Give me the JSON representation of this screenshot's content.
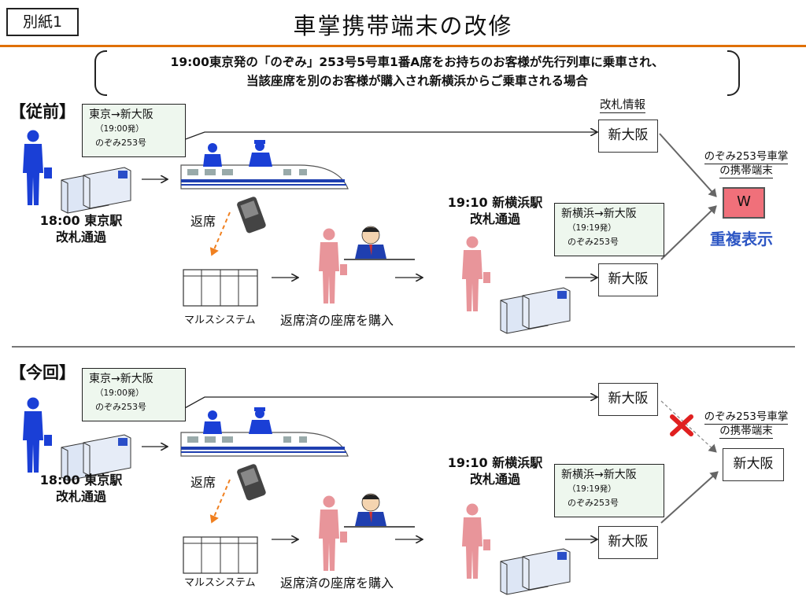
{
  "header": {
    "tag": "別紙1",
    "title": "車掌携帯端末の改修"
  },
  "scenario": {
    "line1": "19:00東京発の「のぞみ」253号5号車1番A席をお持ちのお客様が先行列車に乗車され、",
    "line2": "当該座席を別のお客様が購入され新横浜からご乗車される場合"
  },
  "ticket_info_heading": "改札情報",
  "before": {
    "label": "【従前】",
    "ticket1": {
      "route": "東京→新大阪",
      "time": "（19:00発）",
      "train": "のぞみ253号"
    },
    "gate1_time": "18:00 東京駅",
    "gate1_action": "改札通過",
    "refund_label": "返席",
    "mars_label": "マルスシステム",
    "purchase_label": "返席済の座席を購入",
    "station2_time": "19:10 新横浜駅",
    "station2_action": "改札通過",
    "ticket2": {
      "route": "新横浜→新大阪",
      "time": "（19:19発）",
      "train": "のぞみ253号"
    },
    "gate_box1": "新大阪",
    "gate_box2": "新大阪",
    "device_title1": "のぞみ253号車掌",
    "device_title2": "の携帯端末",
    "device_value": "W",
    "duplicate_label": "重複表示"
  },
  "after": {
    "label": "【今回】",
    "ticket1": {
      "route": "東京→新大阪",
      "time": "（19:00発）",
      "train": "のぞみ253号"
    },
    "gate1_time": "18:00 東京駅",
    "gate1_action": "改札通過",
    "refund_label": "返席",
    "mars_label": "マルスシステム",
    "purchase_label": "返席済の座席を購入",
    "station2_time": "19:10 新横浜駅",
    "station2_action": "改札通過",
    "ticket2": {
      "route": "新横浜→新大阪",
      "time": "（19:19発）",
      "train": "のぞみ253号"
    },
    "gate_box1": "新大阪",
    "gate_box2": "新大阪",
    "device_title1": "のぞみ253号車掌",
    "device_title2": "の携帯端末",
    "device_value": "新大阪"
  },
  "colors": {
    "accent_rule": "#e07000",
    "passenger_blue": "#1a3fd6",
    "passenger_pink": "#e8959a",
    "duplicate_text": "#2e57c4",
    "w_box": "#f0707a",
    "cross_mark": "#e02020",
    "dash_arrow": "#f08020"
  }
}
